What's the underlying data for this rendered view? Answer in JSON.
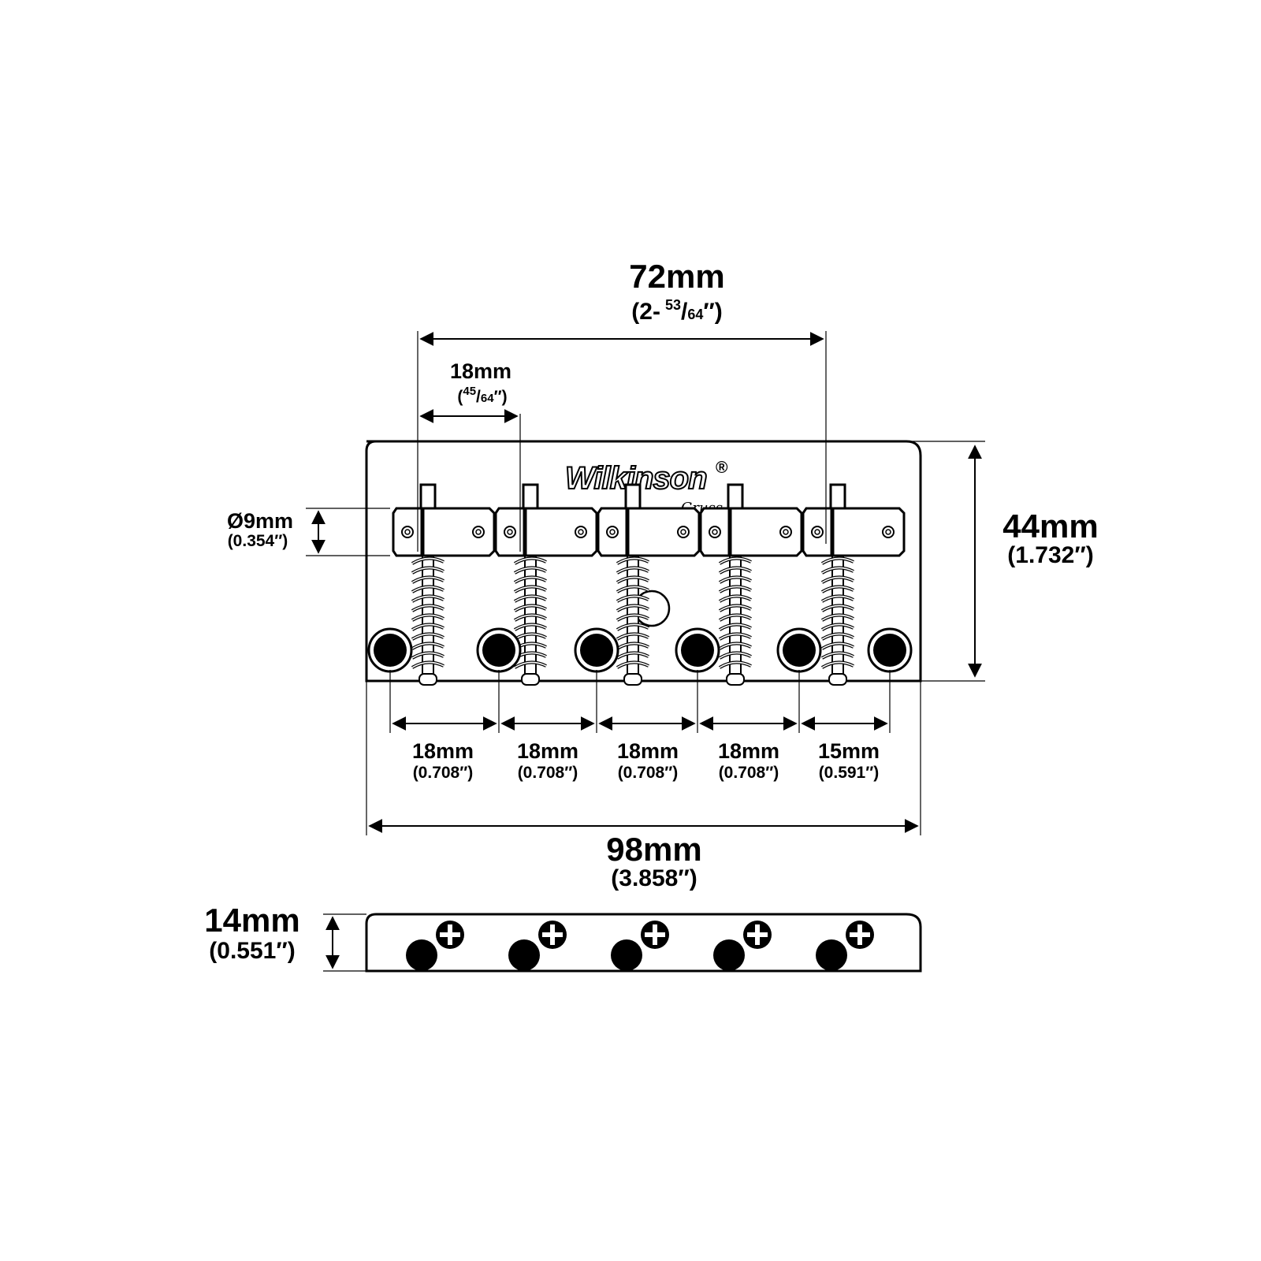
{
  "brand": {
    "logo_text": "Wilkinson",
    "registered_mark": "®",
    "signature": "Gruss"
  },
  "dimensions": {
    "string_span": {
      "metric": "72mm",
      "imperial_prefix": "(2-",
      "imperial_num": "53",
      "imperial_den": "64",
      "imperial_suffix": "″)"
    },
    "saddle_spacing": {
      "metric": "18mm",
      "imperial_open": "(",
      "imperial_num": "45",
      "imperial_den": "64",
      "imperial_suffix": "″)"
    },
    "saddle_diameter": {
      "metric": "Ø9mm",
      "imperial": "(0.354″)"
    },
    "height": {
      "metric": "44mm",
      "imperial": "(1.732″)"
    },
    "mounting_holes": [
      {
        "metric": "18mm",
        "imperial": "(0.708″)"
      },
      {
        "metric": "18mm",
        "imperial": "(0.708″)"
      },
      {
        "metric": "18mm",
        "imperial": "(0.708″)"
      },
      {
        "metric": "18mm",
        "imperial": "(0.708″)"
      },
      {
        "metric": "15mm",
        "imperial": "(0.591″)"
      }
    ],
    "width": {
      "metric": "98mm",
      "imperial": "(3.858″)"
    },
    "side_height": {
      "metric": "14mm",
      "imperial": "(0.551″)"
    }
  }
}
